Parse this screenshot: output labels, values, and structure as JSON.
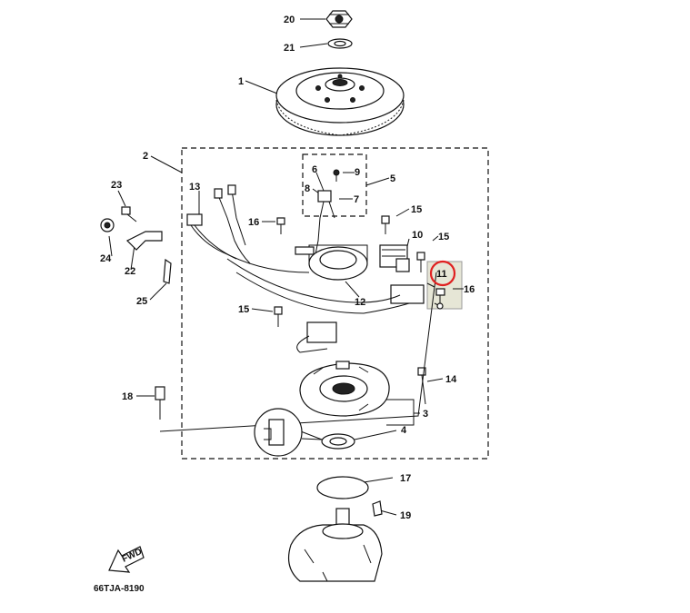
{
  "diagram": {
    "part_labels": {
      "p1": "1",
      "p2": "2",
      "p3": "3",
      "p4": "4",
      "p5": "5",
      "p6": "6",
      "p7": "7",
      "p8": "8",
      "p9": "9",
      "p10": "10",
      "p11": "11",
      "p12": "12",
      "p13": "13",
      "p14": "14",
      "p15a": "15",
      "p15b": "15",
      "p15c": "15",
      "p16a": "16",
      "p16b": "16",
      "p17": "17",
      "p18": "18",
      "p19": "19",
      "p20": "20",
      "p21": "21",
      "p22": "22",
      "p23": "23",
      "p24": "24",
      "p25": "25"
    },
    "fwd_text": "FWD",
    "drawing_code": "66TJA-8190",
    "colors": {
      "line": "#111111",
      "highlight_circle": "#e02020",
      "highlight_box": "#e6e6d6"
    }
  }
}
